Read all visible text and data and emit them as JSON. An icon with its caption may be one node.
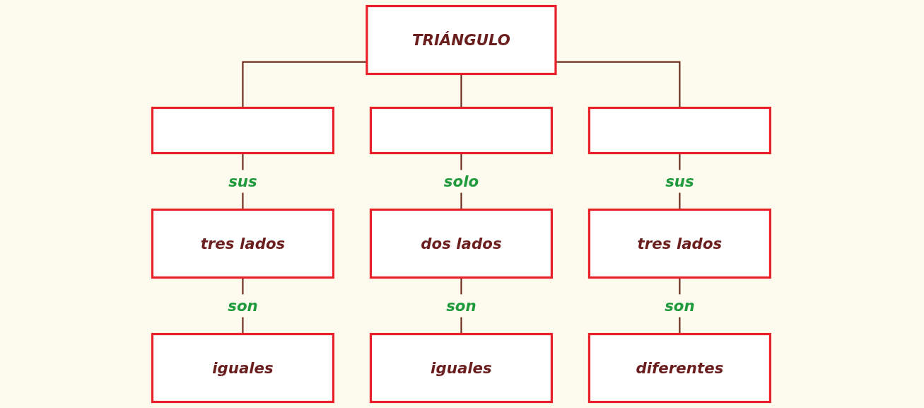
{
  "diagram": {
    "nodes": [
      {
        "text": [
          "TRIÁNGULO"
        ]
      },
      {
        "text": [],
        "shape": "box"
      },
      {
        "text": [],
        "shape": "box"
      },
      {
        "text": [],
        "shape": "box"
      },
      {
        "text": [
          "tres lados"
        ]
      },
      {
        "text": [
          "dos lados"
        ]
      },
      {
        "text": [
          "tres lados"
        ]
      },
      {
        "text": [
          "iguales"
        ]
      },
      {
        "text": [
          "iguales"
        ]
      },
      {
        "text": [
          "diferentes"
        ]
      }
    ],
    "edges": [
      {
        "from": 0,
        "to": 1,
        "arrow": "none"
      },
      {
        "from": 0,
        "to": 2,
        "arrow": "none"
      },
      {
        "from": 0,
        "to": 3,
        "arrow": "none"
      },
      {
        "from": 1,
        "to": 4,
        "arrow": "none",
        "label": "sus"
      },
      {
        "from": 2,
        "to": 5,
        "arrow": "none",
        "label": "solo"
      },
      {
        "from": 3,
        "to": 6,
        "arrow": "none",
        "label": "sus"
      },
      {
        "from": 4,
        "to": 7,
        "arrow": "none",
        "label": "son"
      },
      {
        "from": 5,
        "to": 8,
        "arrow": "none",
        "label": "son"
      },
      {
        "from": 6,
        "to": 9,
        "arrow": "none",
        "label": "son"
      }
    ]
  }
}
